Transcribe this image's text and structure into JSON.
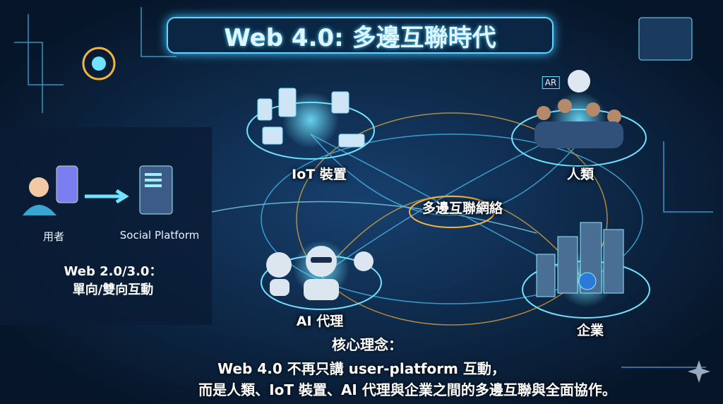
{
  "title": "Web 4.0: 多邊互聯時代",
  "left_panel": {
    "user_label": "用者",
    "platform_label": "Social Platform",
    "web2_line1": "Web 2.0/3.0：",
    "web2_line2": "單向/雙向互動"
  },
  "nodes": {
    "iot": "IoT 裝置",
    "humans": "人類",
    "network": "多邊互聯網絡",
    "ai": "AI 代理",
    "enterprise": "企業"
  },
  "small_labels": {
    "ar": "AR"
  },
  "core": {
    "heading": "核心理念：",
    "line1": "Web 4.0 不再只講 user-platform 互動，",
    "line2": "而是人類、IoT 裝置、AI 代理與企業之間的多邊互聯與全面協作。"
  },
  "colors": {
    "accent": "#5fd6ff",
    "gold": "#f2b340",
    "background": "#071a33"
  }
}
